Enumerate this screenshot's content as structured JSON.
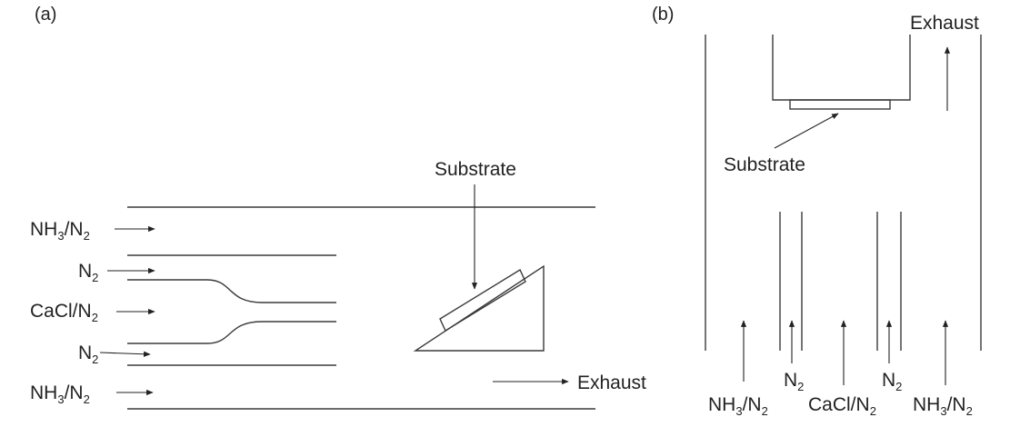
{
  "panel_a": {
    "label": "(a)",
    "substrate_label": "Substrate",
    "exhaust_label": "Exhaust",
    "inlets": [
      {
        "main": "NH",
        "sub1": "3",
        "mid": "/N",
        "sub2": "2"
      },
      {
        "main": "N",
        "sub1": "2",
        "mid": "",
        "sub2": ""
      },
      {
        "main": "CaCl/N",
        "sub1": "2",
        "mid": "",
        "sub2": ""
      },
      {
        "main": "N",
        "sub1": "2",
        "mid": "",
        "sub2": ""
      },
      {
        "main": "NH",
        "sub1": "3",
        "mid": "/N",
        "sub2": "2"
      }
    ]
  },
  "panel_b": {
    "label": "(b)",
    "substrate_label": "Substrate",
    "exhaust_label": "Exhaust",
    "inlets": [
      {
        "main": "NH",
        "sub1": "3",
        "mid": "/N",
        "sub2": "2"
      },
      {
        "main": "N",
        "sub1": "2",
        "mid": "",
        "sub2": ""
      },
      {
        "main": "CaCl/N",
        "sub1": "2",
        "mid": "",
        "sub2": ""
      },
      {
        "main": "N",
        "sub1": "2",
        "mid": "",
        "sub2": ""
      },
      {
        "main": "NH",
        "sub1": "3",
        "mid": "/N",
        "sub2": "2"
      }
    ]
  }
}
